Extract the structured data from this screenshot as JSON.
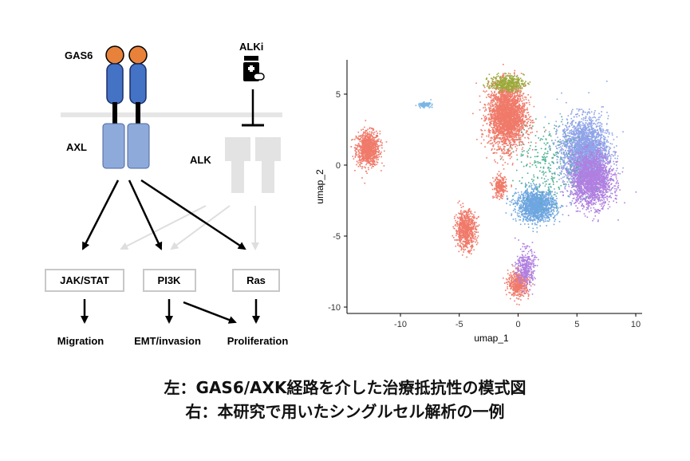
{
  "diagram": {
    "labels": {
      "gas6": "GAS6",
      "axl": "AXL",
      "alki": "ALKi",
      "alk": "ALK"
    },
    "boxes": {
      "jakstat": "JAK/STAT",
      "pi3k": "PI3K",
      "ras": "Ras"
    },
    "outcomes": {
      "migration": "Migration",
      "emt": "EMT/invasion",
      "proliferation": "Proliferation"
    },
    "colors": {
      "ligand": "#e8823a",
      "receptor_dark": "#4472c4",
      "receptor_light": "#8eaadb",
      "inactive": "#e3e3e3"
    }
  },
  "chart_data": {
    "type": "scatter",
    "xlabel": "umap_1",
    "ylabel": "umap_2",
    "xlim": [
      -15,
      10
    ],
    "ylim": [
      -11,
      7
    ],
    "xticks": [
      -10,
      -5,
      0,
      5,
      10
    ],
    "yticks": [
      5,
      0,
      -5,
      -10
    ],
    "clusters": [
      {
        "color": "#f07a6a",
        "cx": -12.8,
        "cy": 1.2,
        "sx": 0.9,
        "sy": 1.1,
        "n": 900
      },
      {
        "color": "#f07a6a",
        "cx": -1.0,
        "cy": 3.5,
        "sx": 1.4,
        "sy": 2.0,
        "n": 2600
      },
      {
        "color": "#f07a6a",
        "cx": -4.5,
        "cy": -4.5,
        "sx": 0.8,
        "sy": 1.2,
        "n": 700
      },
      {
        "color": "#f07a6a",
        "cx": 0.0,
        "cy": -8.3,
        "sx": 0.8,
        "sy": 0.8,
        "n": 500
      },
      {
        "color": "#f07a6a",
        "cx": -1.6,
        "cy": -1.5,
        "sx": 0.5,
        "sy": 0.7,
        "n": 250
      },
      {
        "color": "#8fa4e8",
        "cx": 5.6,
        "cy": 1.0,
        "sx": 1.8,
        "sy": 2.1,
        "n": 2600
      },
      {
        "color": "#b07fe0",
        "cx": 6.2,
        "cy": -1.0,
        "sx": 1.6,
        "sy": 1.7,
        "n": 1800
      },
      {
        "color": "#6ea6e0",
        "cx": 1.5,
        "cy": -2.8,
        "sx": 1.5,
        "sy": 1.0,
        "n": 1400
      },
      {
        "color": "#b07fe0",
        "cx": 0.6,
        "cy": -7.2,
        "sx": 0.7,
        "sy": 1.2,
        "n": 350
      },
      {
        "color": "#7ab6e6",
        "cx": -8.0,
        "cy": 4.3,
        "sx": 0.5,
        "sy": 0.15,
        "n": 120
      },
      {
        "color": "#9aaa3a",
        "cx": -1.0,
        "cy": 5.8,
        "sx": 1.3,
        "sy": 0.5,
        "n": 400
      },
      {
        "color": "#4bb090",
        "cx": 2.5,
        "cy": 0.2,
        "sx": 2.5,
        "sy": 2.5,
        "n": 250
      }
    ]
  },
  "captions": {
    "line1": "左：GAS6/AXK経路を介した治療抵抗性の模式図",
    "line2": "右：本研究で用いたシングルセル解析の一例"
  }
}
